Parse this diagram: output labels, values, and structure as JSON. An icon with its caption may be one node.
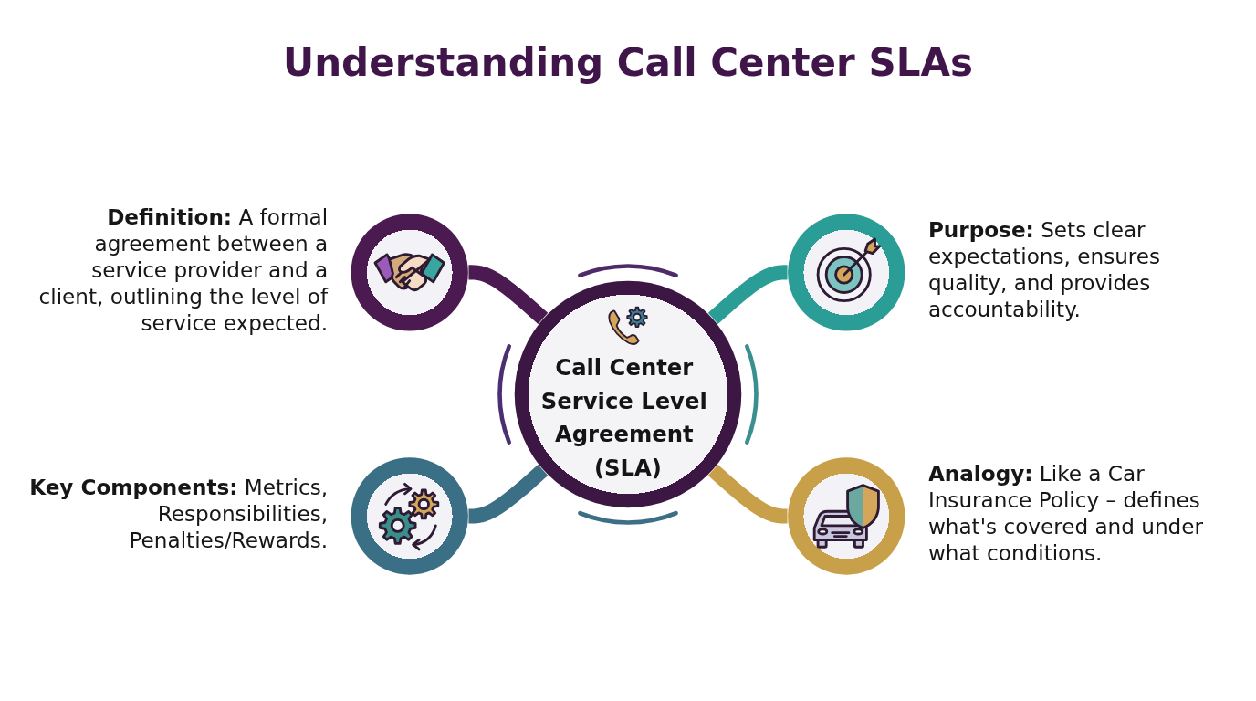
{
  "diagram": {
    "title": "Understanding Call Center SLAs",
    "nodes": [
      {
        "text": [],
        "shape": "circle",
        "beside": [
          "**Definition:** A formal agreement between a service provider and a client, outlining the level of service expected."
        ]
      },
      {
        "text": [],
        "shape": "circle",
        "beside": [
          "**Purpose:** Sets clear expectations, ensures quality, and provides accountability."
        ]
      },
      {
        "text": [
          "Call Center Service Level Agreement (SLA)"
        ]
      },
      {
        "text": [],
        "shape": "circle",
        "beside": [
          "**Key Components:** Metrics, Responsibilities, Penalties/Rewards."
        ]
      },
      {
        "text": [],
        "shape": "circle",
        "beside": [
          "**Analogy:** Like a Car Insurance Policy – defines what's covered and under what conditions."
        ]
      }
    ],
    "edges": [
      {
        "from": 0,
        "to": 2,
        "arrow": "none",
        "color": "#4a1a50"
      },
      {
        "from": 2,
        "to": 1,
        "arrow": "none",
        "color": "#2a9d96"
      },
      {
        "from": 3,
        "to": 2,
        "arrow": "none",
        "color": "#3a6f85"
      },
      {
        "from": 2,
        "to": 4,
        "arrow": "none",
        "color": "#c9a04a"
      }
    ]
  }
}
